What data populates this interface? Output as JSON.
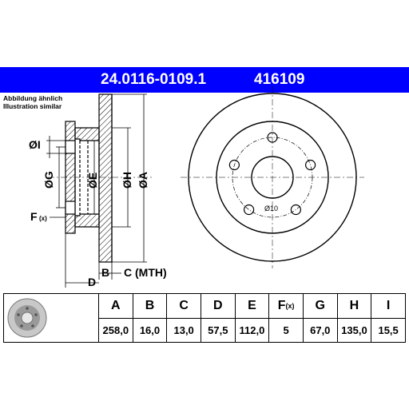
{
  "header": {
    "part_number": "24.0116-0109.1",
    "reference": "416109",
    "bar_color": "#0000ff"
  },
  "notes": {
    "line1": "Abbildung ähnlich",
    "line2": "Illustration similar"
  },
  "drawing": {
    "labels": {
      "I": "ØI",
      "G": "ØG",
      "E": "ØE",
      "H": "ØH",
      "A": "ØA",
      "F": "F",
      "F_sub": "(x)",
      "B": "B",
      "C": "C (MTH)",
      "D": "D",
      "bolt_hole": "Ø10"
    }
  },
  "table": {
    "headers": [
      "A",
      "B",
      "C",
      "D",
      "E",
      "F",
      "G",
      "H",
      "I"
    ],
    "f_sub": "(x)",
    "values": [
      "258,0",
      "16,0",
      "13,0",
      "57,5",
      "112,0",
      "5",
      "67,0",
      "135,0",
      "15,5"
    ]
  }
}
